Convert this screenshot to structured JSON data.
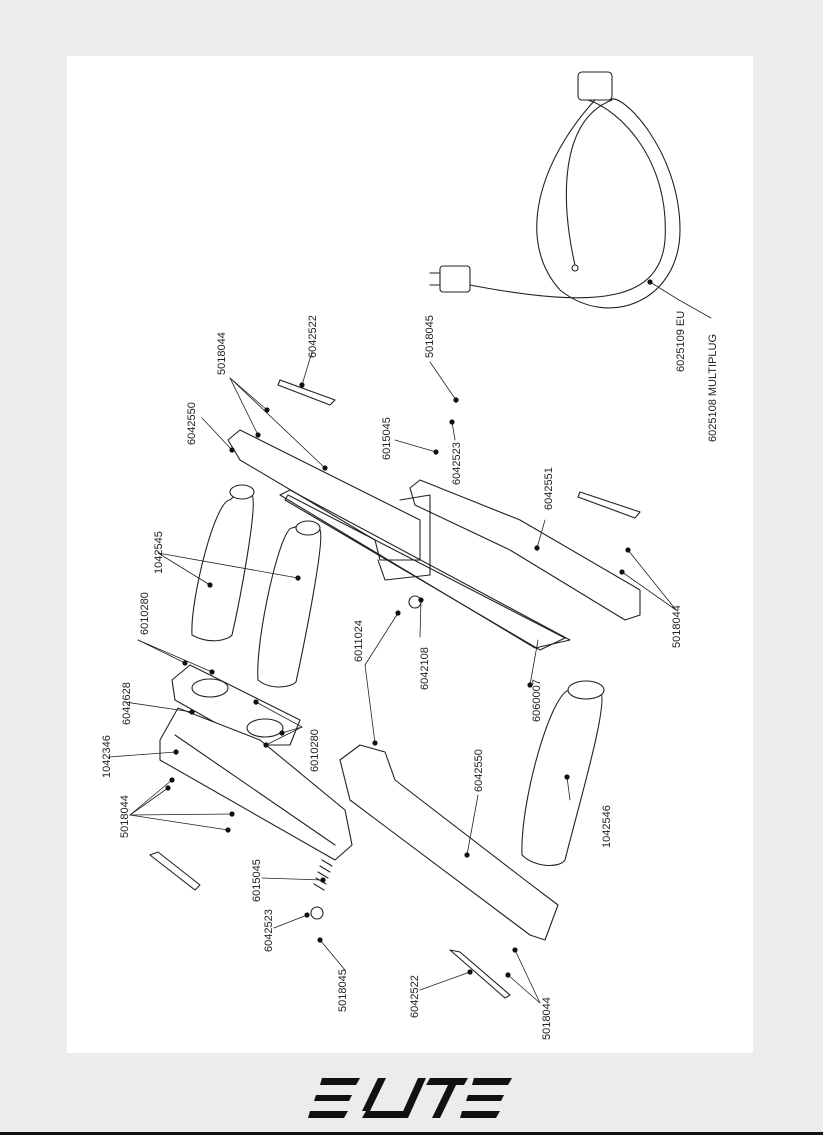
{
  "brand": {
    "name": "ELITE"
  },
  "parts": {
    "p6042522_top": "6042522",
    "p5018044_top": "5018044",
    "p6042550_top": "6042550",
    "p5018045_top": "5018045",
    "p6015045_right": "6015045",
    "p6042523_right": "6042523",
    "p6042551": "6042551",
    "p5018044_right": "5018044",
    "p6025109": "6025109 EU",
    "p6025108": "6025108 MULTIPLUG",
    "p1042545": "1042545",
    "p6010280_top": "6010280",
    "p6042628": "6042628",
    "p6010280_bottom": "6010280",
    "p6011024": "6011024",
    "p6042108": "6042108",
    "p6060007": "6060007",
    "p1042346": "1042346",
    "p5018044_left": "5018044",
    "p6042550_bottom": "6042550",
    "p1042546": "1042546",
    "p6015045_left": "6015045",
    "p6042523_left": "6042523",
    "p5018045_left": "5018045",
    "p6042522_bottom": "6042522",
    "p5018044_bottom": "5018044"
  }
}
